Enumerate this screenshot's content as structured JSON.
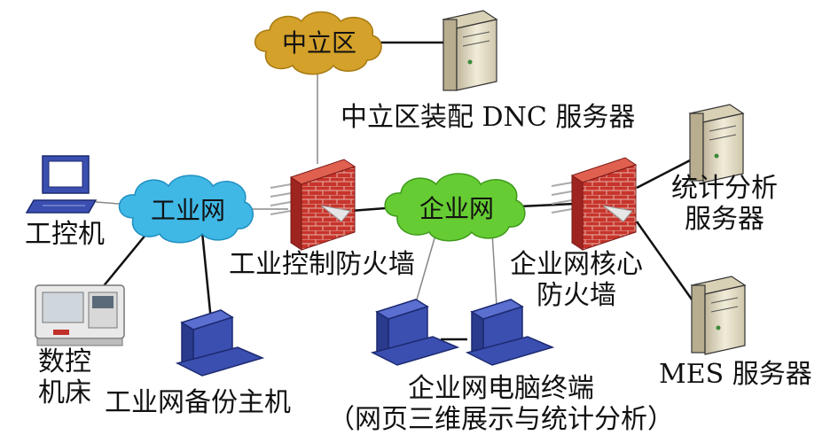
{
  "diagram": {
    "clouds": {
      "dmz": "中立区",
      "industrial": "工业网",
      "enterprise": "企业网"
    },
    "labels": {
      "dnc_server": "中立区装配 DNC 服务器",
      "ipc": "工控机",
      "cnc_line1": "数控",
      "cnc_line2": "机床",
      "ind_firewall": "工业控制防火墙",
      "backup_host": "工业网备份主机",
      "core_fw_line1": "企业网核心",
      "core_fw_line2": "防火墙",
      "stat_line1": "统计分析",
      "stat_line2": "服务器",
      "mes_server": "MES 服务器",
      "pc_line1": "企业网电脑终端",
      "pc_line2": "（网页三维展示与统计分析）"
    },
    "colors": {
      "dmz_cloud": "#d4a12a",
      "industrial_cloud": "#3fb8e6",
      "enterprise_cloud": "#66cc33",
      "firewall": "#c0302a",
      "computer": "#3a4fb0",
      "server": "#e8e1c8"
    },
    "icons": [
      "server-icon",
      "firewall-icon",
      "computer-icon",
      "cnc-machine-icon",
      "cloud-icon"
    ]
  }
}
